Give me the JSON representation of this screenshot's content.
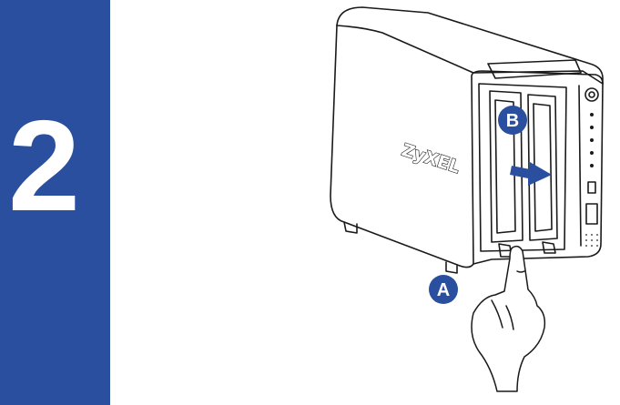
{
  "step": {
    "number": "2",
    "band_color": "#2a4f9e"
  },
  "illustration": {
    "device_logo": "ZyXEL",
    "callouts": [
      {
        "label": "A",
        "color": "#2a4f9e"
      },
      {
        "label": "B",
        "color": "#2a4f9e"
      }
    ],
    "arrow_color": "#2a4f9e"
  }
}
